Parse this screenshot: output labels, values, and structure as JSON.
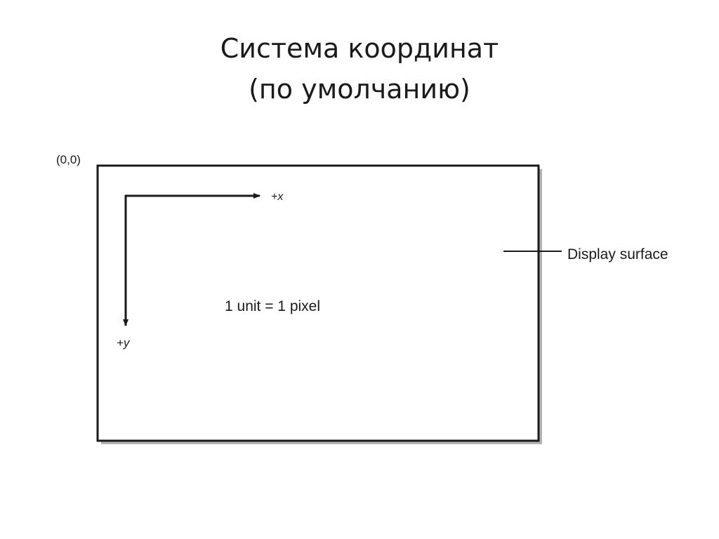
{
  "title": {
    "line1": "Система координат",
    "line2": "(по умолчанию)"
  },
  "diagram": {
    "origin_label": "(0,0)",
    "x_axis_label": "+x",
    "y_axis_label": "+y",
    "unit_note": "1 unit = 1 pixel",
    "callout_label": "Display surface"
  },
  "colors": {
    "stroke": "#1a1a1a",
    "shadow": "#b3b3b3",
    "background": "#ffffff"
  }
}
